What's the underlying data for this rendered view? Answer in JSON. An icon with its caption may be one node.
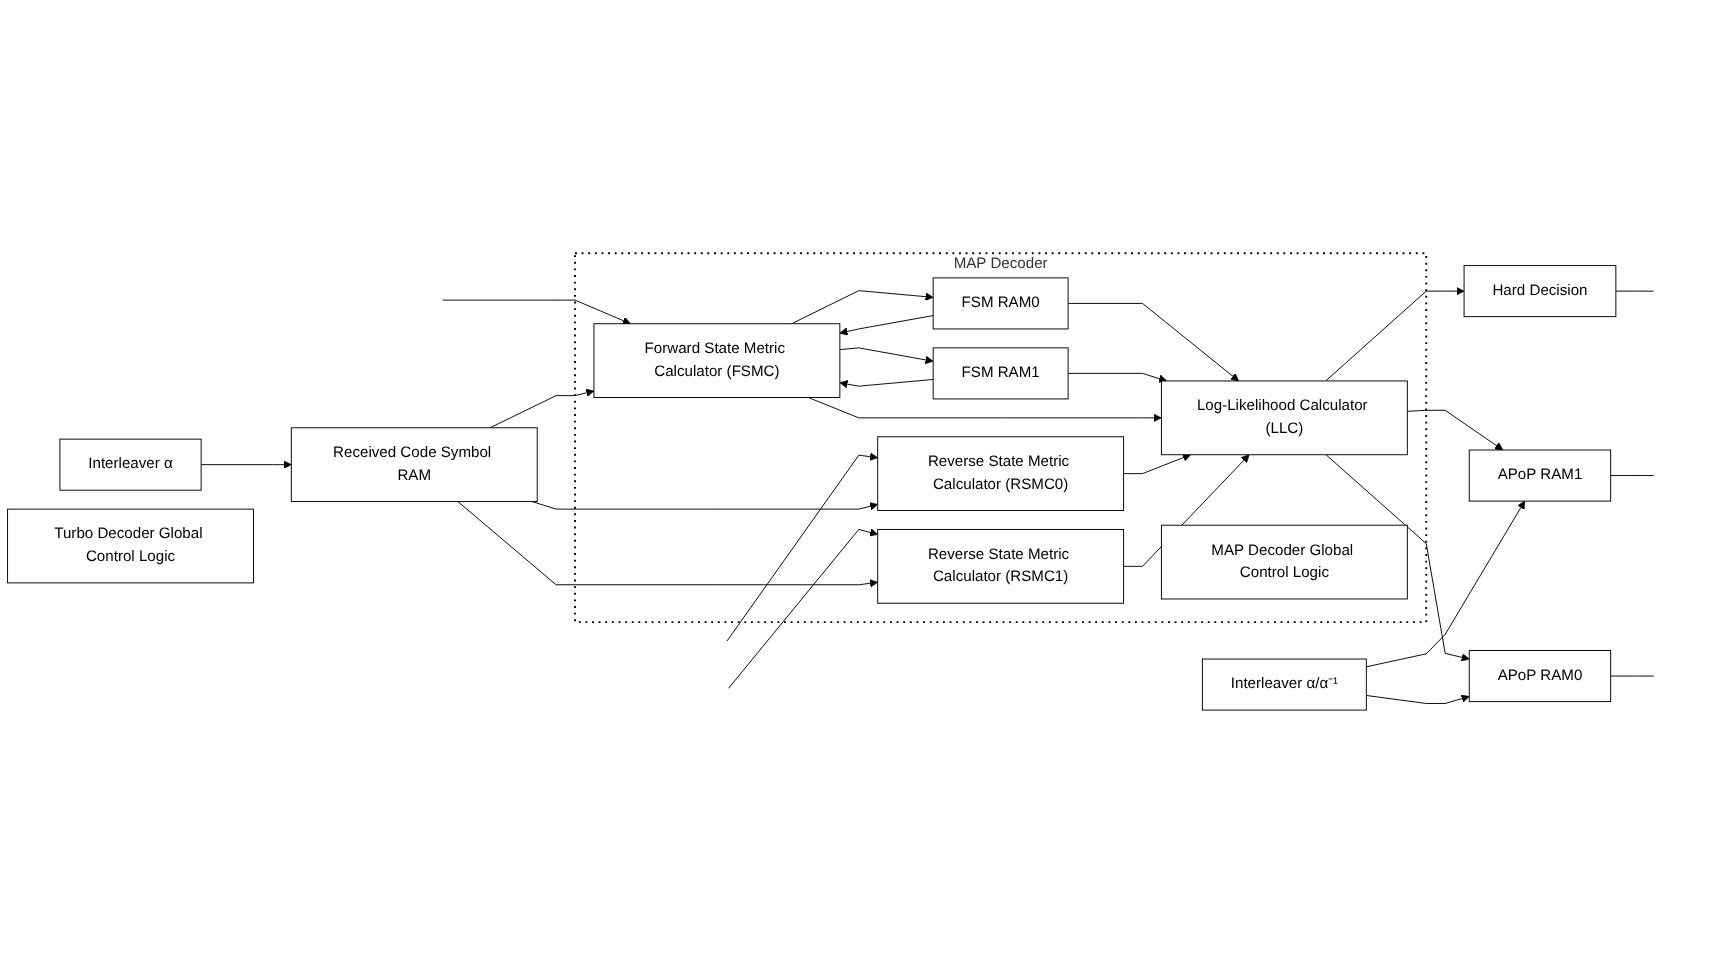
{
  "diagram": {
    "nodes": [
      {
        "text": [
          "Interleaver α"
        ]
      },
      {
        "text": [
          "Received Code Symbol RAM"
        ]
      },
      {
        "text": [
          "Turbo Decoder Global Control Logic"
        ]
      },
      {
        "text": [
          "MAP Decoder"
        ]
      },
      {
        "text": [
          "Forward State Metric Calculator (FSMC)"
        ],
        "in": 3
      },
      {
        "text": [
          "FSM RAM0"
        ],
        "in": 3
      },
      {
        "text": [
          "FSM RAM1"
        ],
        "in": 3
      },
      {
        "text": [
          "Reverse State Metric Calculator (RSMC0)"
        ],
        "in": 3
      },
      {
        "text": [
          "Reverse State Metric Calculator (RSMC1)"
        ],
        "in": 3
      },
      {
        "text": [
          "Log-Likelihood Calculator (LLC)"
        ],
        "in": 3
      },
      {
        "text": [
          "MAP Decoder Global Control Logic"
        ],
        "in": 3
      },
      {
        "text": [
          "Interleaver α/α⁻¹"
        ]
      },
      {
        "text": [
          "APoP RAM0"
        ]
      },
      {
        "text": [
          "APoP RAM1"
        ]
      },
      {
        "text": [
          "Hard Decision"
        ]
      }
    ],
    "edges": [
      {
        "from": 0,
        "to": 1,
        "arrow": "to"
      },
      {
        "from": null,
        "to": 4,
        "arrow": "to"
      },
      {
        "from": null,
        "to": 7,
        "arrow": "to"
      },
      {
        "from": null,
        "to": 8,
        "arrow": "to"
      },
      {
        "from": 1,
        "to": 4,
        "arrow": "to"
      },
      {
        "from": 1,
        "to": 7,
        "arrow": "to"
      },
      {
        "from": 1,
        "to": 8,
        "arrow": "to"
      },
      {
        "from": 4,
        "to": 5,
        "arrow": "to"
      },
      {
        "from": 4,
        "to": 6,
        "arrow": "to"
      },
      {
        "from": 5,
        "to": 4,
        "arrow": "to"
      },
      {
        "from": 6,
        "to": 4,
        "arrow": "to"
      },
      {
        "from": 5,
        "to": 9,
        "arrow": "to"
      },
      {
        "from": 6,
        "to": 9,
        "arrow": "to"
      },
      {
        "from": 4,
        "to": 9,
        "arrow": "to"
      },
      {
        "from": 7,
        "to": 9,
        "arrow": "to"
      },
      {
        "from": 8,
        "to": 9,
        "arrow": "to"
      },
      {
        "from": 9,
        "to": 12,
        "arrow": "to"
      },
      {
        "from": 9,
        "to": 13,
        "arrow": "to"
      },
      {
        "from": 9,
        "to": 14,
        "arrow": "to"
      },
      {
        "from": 11,
        "to": 12,
        "arrow": "to"
      },
      {
        "from": 11,
        "to": 13,
        "arrow": "to"
      },
      {
        "from": 12,
        "to": null,
        "arrow": "none"
      },
      {
        "from": 13,
        "to": null,
        "arrow": "none"
      },
      {
        "from": 14,
        "to": null,
        "arrow": "none"
      }
    ]
  }
}
